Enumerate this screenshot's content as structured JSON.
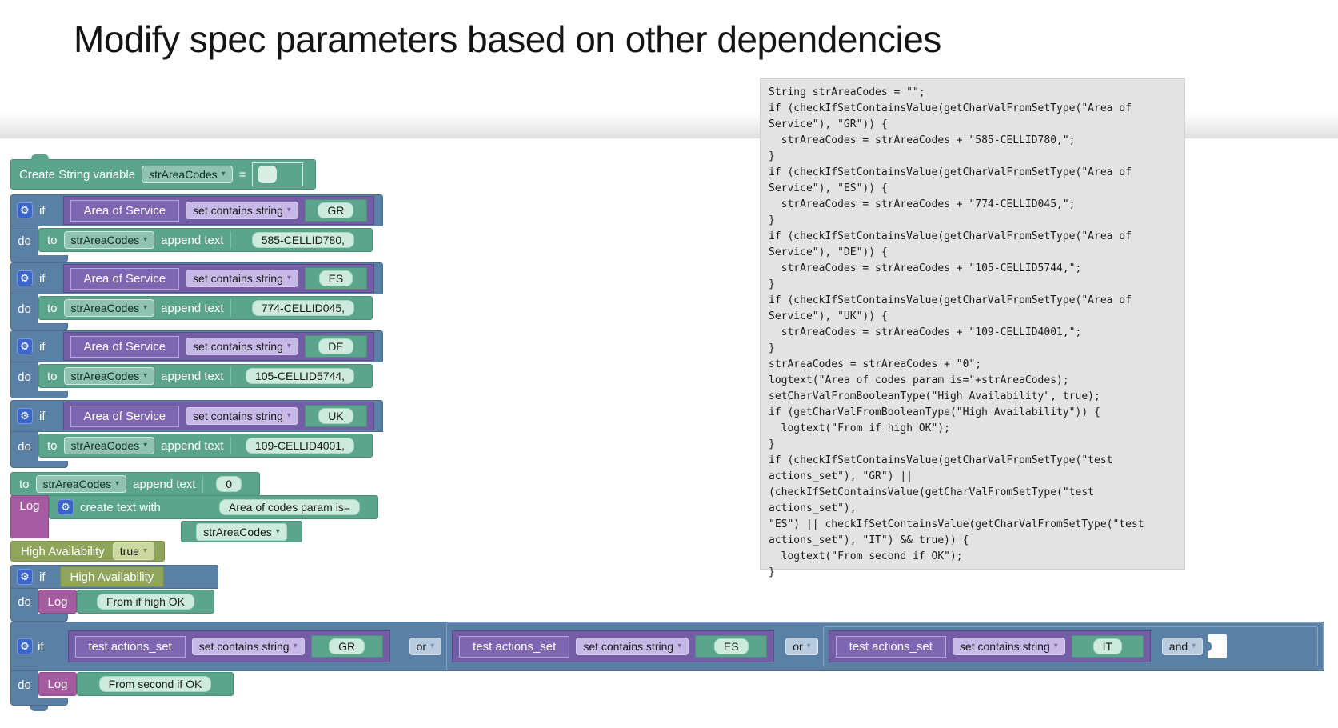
{
  "title": "Modify spec parameters based on other dependencies",
  "icons": {
    "gear": "⚙",
    "dropdown_arrow": "▾"
  },
  "colors": {
    "teal_block": "#5BA58C",
    "blue_block": "#5B80A5",
    "purple_block": "#745CA6",
    "magenta_block": "#A55BA0",
    "olive_block": "#8FA55B",
    "lavender_chip": "#C6B9E8",
    "mint_chip": "#CDEBDD",
    "steel_chip": "#B9CBDE",
    "gear_blue": "#3A66CC",
    "code_panel_bg": "#E3E3E3"
  },
  "labels": {
    "if": "if",
    "do": "do",
    "to": "to",
    "append_text": "append text",
    "log": "Log",
    "create_text_with": "create text with"
  },
  "workspace": {
    "create_var": {
      "label": "Create String variable",
      "var": "strAreaCodes",
      "equals": "="
    },
    "if_groups": [
      {
        "condition": {
          "field": "Area of Service",
          "op": "set contains string",
          "value": "GR"
        },
        "statement": {
          "var": "strAreaCodes",
          "value": "585-CELLID780,"
        }
      },
      {
        "condition": {
          "field": "Area of Service",
          "op": "set contains string",
          "value": "ES"
        },
        "statement": {
          "var": "strAreaCodes",
          "value": "774-CELLID045,"
        }
      },
      {
        "condition": {
          "field": "Area of Service",
          "op": "set contains string",
          "value": "DE"
        },
        "statement": {
          "var": "strAreaCodes",
          "value": "105-CELLID5744,"
        }
      },
      {
        "condition": {
          "field": "Area of Service",
          "op": "set contains string",
          "value": "UK"
        },
        "statement": {
          "var": "strAreaCodes",
          "value": "109-CELLID4001,"
        }
      }
    ],
    "append_zero": {
      "var": "strAreaCodes",
      "value": "0"
    },
    "log_create": {
      "items": [
        "Area of codes param is=",
        "strAreaCodes"
      ]
    },
    "set_ha": {
      "label": "High Availability",
      "value": "true"
    },
    "if_ha": {
      "condition": "High Availability",
      "message": "From if high OK"
    },
    "big_if": {
      "conditions": [
        {
          "field": "test actions_set",
          "op": "set contains string",
          "value": "GR",
          "join": "or"
        },
        {
          "field": "test actions_set",
          "op": "set contains string",
          "value": "ES",
          "join": "or"
        },
        {
          "field": "test actions_set",
          "op": "set contains string",
          "value": "IT",
          "join": "and"
        }
      ],
      "message": "From second if OK"
    }
  },
  "code_panel": {
    "text": "String strAreaCodes = \"\";\nif (checkIfSetContainsValue(getCharValFromSetType(\"Area of\nService\"), \"GR\")) {\n  strAreaCodes = strAreaCodes + \"585-CELLID780,\";\n}\nif (checkIfSetContainsValue(getCharValFromSetType(\"Area of\nService\"), \"ES\")) {\n  strAreaCodes = strAreaCodes + \"774-CELLID045,\";\n}\nif (checkIfSetContainsValue(getCharValFromSetType(\"Area of\nService\"), \"DE\")) {\n  strAreaCodes = strAreaCodes + \"105-CELLID5744,\";\n}\nif (checkIfSetContainsValue(getCharValFromSetType(\"Area of\nService\"), \"UK\")) {\n  strAreaCodes = strAreaCodes + \"109-CELLID4001,\";\n}\nstrAreaCodes = strAreaCodes + \"0\";\nlogtext(\"Area of codes param is=\"+strAreaCodes);\nsetCharValFromBooleanType(\"High Availability\", true);\nif (getCharValFromBooleanType(\"High Availability\")) {\n  logtext(\"From if high OK\");\n}\nif (checkIfSetContainsValue(getCharValFromSetType(\"test\nactions_set\"), \"GR\") ||\n(checkIfSetContainsValue(getCharValFromSetType(\"test actions_set\"),\n\"ES\") || checkIfSetContainsValue(getCharValFromSetType(\"test\nactions_set\"), \"IT\") && true)) {\n  logtext(\"From second if OK\");\n}"
  }
}
